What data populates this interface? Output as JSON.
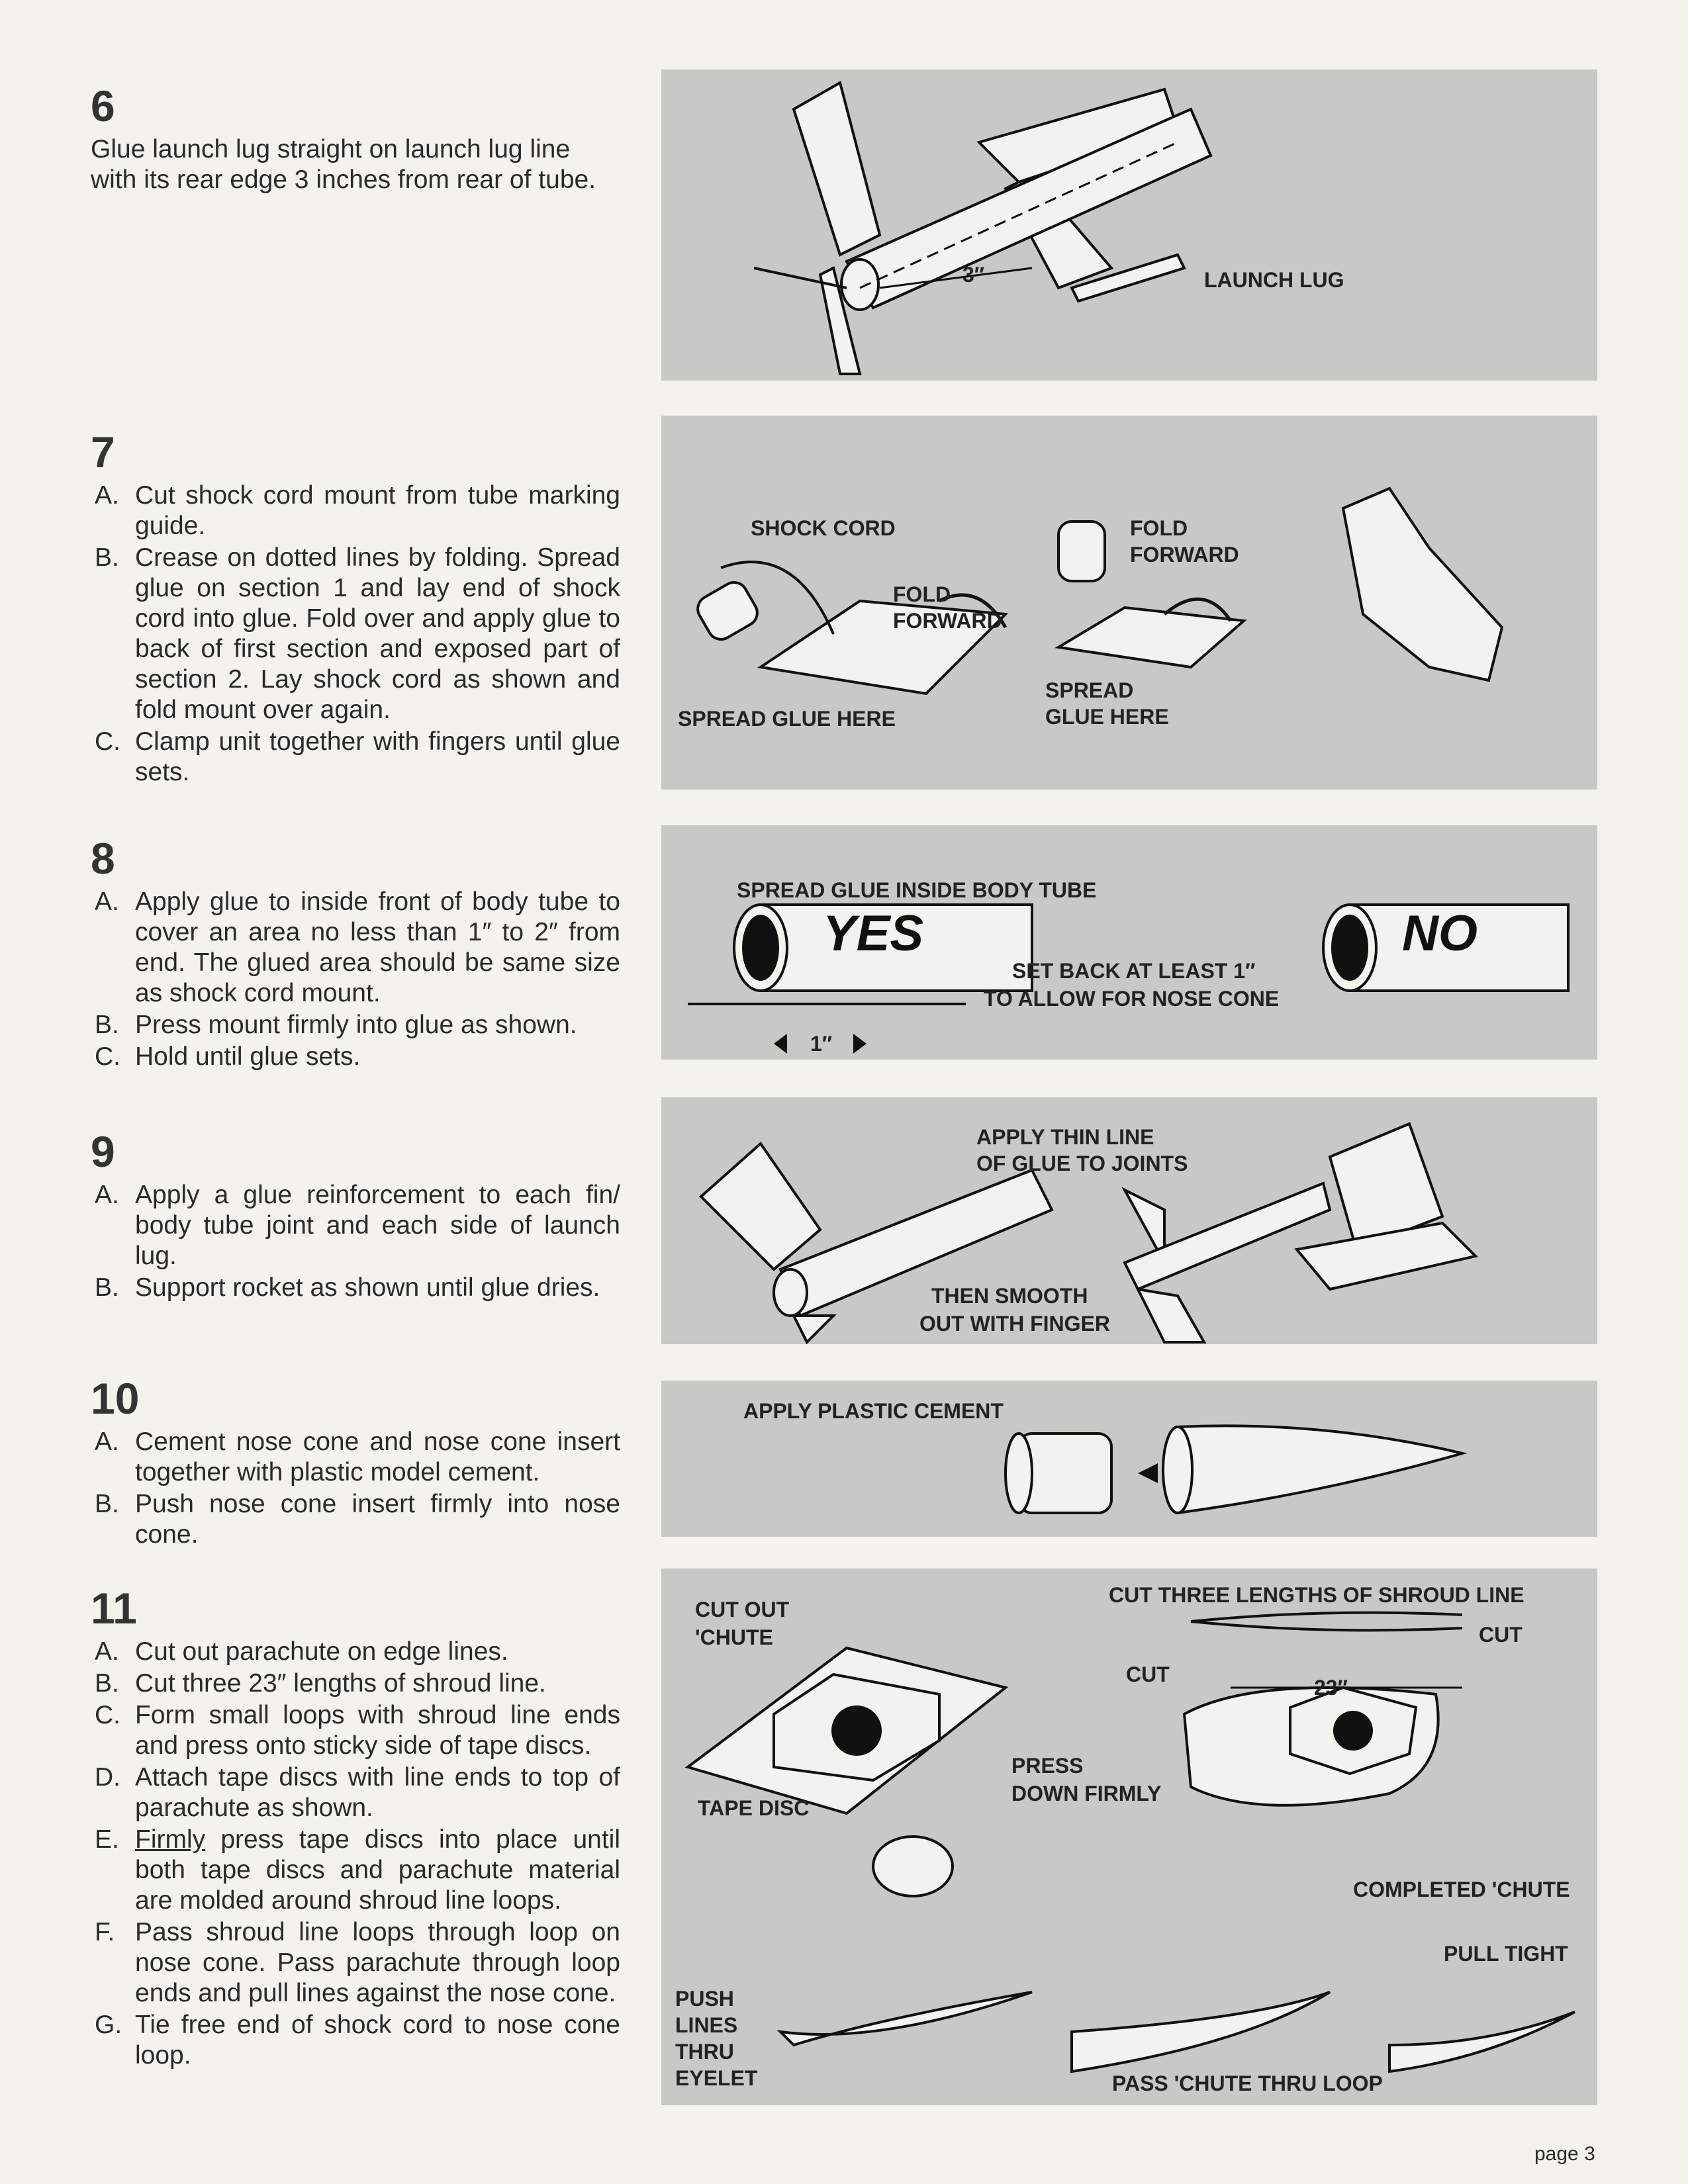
{
  "steps": [
    {
      "number": "6",
      "intro": "Glue launch lug straight on launch lug line with its rear edge 3 inches from rear of tube."
    },
    {
      "number": "7",
      "items": [
        {
          "letter": "A.",
          "text": "Cut shock cord mount from tube marking guide."
        },
        {
          "letter": "B.",
          "text": "Crease on dotted lines by folding. Spread glue on section 1 and lay end of shock cord into glue. Fold over and apply glue to back of first section and exposed part of section 2. Lay shock cord as shown and fold mount over again."
        },
        {
          "letter": "C.",
          "text": "Clamp unit together with fingers until glue sets."
        }
      ]
    },
    {
      "number": "8",
      "items": [
        {
          "letter": "A.",
          "text": "Apply glue to inside front of body tube to cover an area no less than 1″ to 2″ from end. The glued area should be same size as shock cord mount."
        },
        {
          "letter": "B.",
          "text": "Press mount firmly into glue as shown."
        },
        {
          "letter": "C.",
          "text": "Hold until glue sets."
        }
      ]
    },
    {
      "number": "9",
      "items": [
        {
          "letter": "A.",
          "text": "Apply a glue reinforcement to each fin/ body tube joint and each side of launch lug."
        },
        {
          "letter": "B.",
          "text": "Support rocket as shown until glue dries."
        }
      ]
    },
    {
      "number": "10",
      "items": [
        {
          "letter": "A.",
          "text": "Cement nose cone and nose cone insert together with plastic model cement."
        },
        {
          "letter": "B.",
          "text": "Push nose cone insert firmly into nose cone."
        }
      ]
    },
    {
      "number": "11",
      "items": [
        {
          "letter": "A.",
          "text": "Cut out parachute on edge lines."
        },
        {
          "letter": "B.",
          "text": "Cut three 23″ lengths of shroud line."
        },
        {
          "letter": "C.",
          "text": "Form small loops with shroud line ends and press onto sticky side of tape discs."
        },
        {
          "letter": "D.",
          "text": "Attach tape discs with line ends to top of parachute as shown."
        },
        {
          "letter": "E.",
          "emph": "Firmly",
          "text": " press tape discs into place until both tape discs and parachute material are molded around shroud line loops."
        },
        {
          "letter": "F.",
          "text": "Pass shroud line loops through loop on nose cone. Pass parachute through loop ends and pull lines against the nose cone."
        },
        {
          "letter": "G.",
          "text": "Tie free end of shock cord to nose cone loop."
        }
      ]
    }
  ],
  "panels": {
    "p6": {
      "launch_lug": "LAUNCH LUG",
      "dim": "3″"
    },
    "p7": {
      "shock_cord": "SHOCK CORD",
      "fold_forward_1": "FOLD FORWARD",
      "spread_glue_1": "SPREAD GLUE HERE",
      "fold_forward_2": "FOLD FORWARD",
      "spread_glue_2": "SPREAD GLUE HERE"
    },
    "p8": {
      "title": "SPREAD GLUE INSIDE BODY TUBE",
      "yes": "YES",
      "no": "NO",
      "setback": "SET BACK AT LEAST 1″",
      "setback2": "TO ALLOW FOR NOSE CONE",
      "dim": "1″"
    },
    "p9": {
      "apply": "APPLY THIN LINE",
      "apply2": "OF GLUE TO JOINTS",
      "smooth": "THEN SMOOTH",
      "smooth2": "OUT WITH FINGER"
    },
    "p10": {
      "apply": "APPLY PLASTIC CEMENT"
    },
    "p11": {
      "cut_out": "CUT OUT",
      "chute": "'CHUTE",
      "cut_three": "CUT THREE LENGTHS OF SHROUD LINE",
      "cut_a": "CUT",
      "cut_b": "CUT",
      "dim": "23″",
      "press": "PRESS",
      "down_firmly": "DOWN FIRMLY",
      "tape_disc": "TAPE DISC",
      "completed": "COMPLETED 'CHUTE",
      "pull_tight": "PULL TIGHT",
      "push": "PUSH",
      "lines": "LINES",
      "thru": "THRU",
      "eyelet": "EYELET",
      "pass": "PASS 'CHUTE THRU LOOP"
    }
  },
  "page": "page 3",
  "colors": {
    "panel": "#c8c8c4",
    "paper": "#f3f2ec",
    "ink": "#2a2a2a"
  }
}
